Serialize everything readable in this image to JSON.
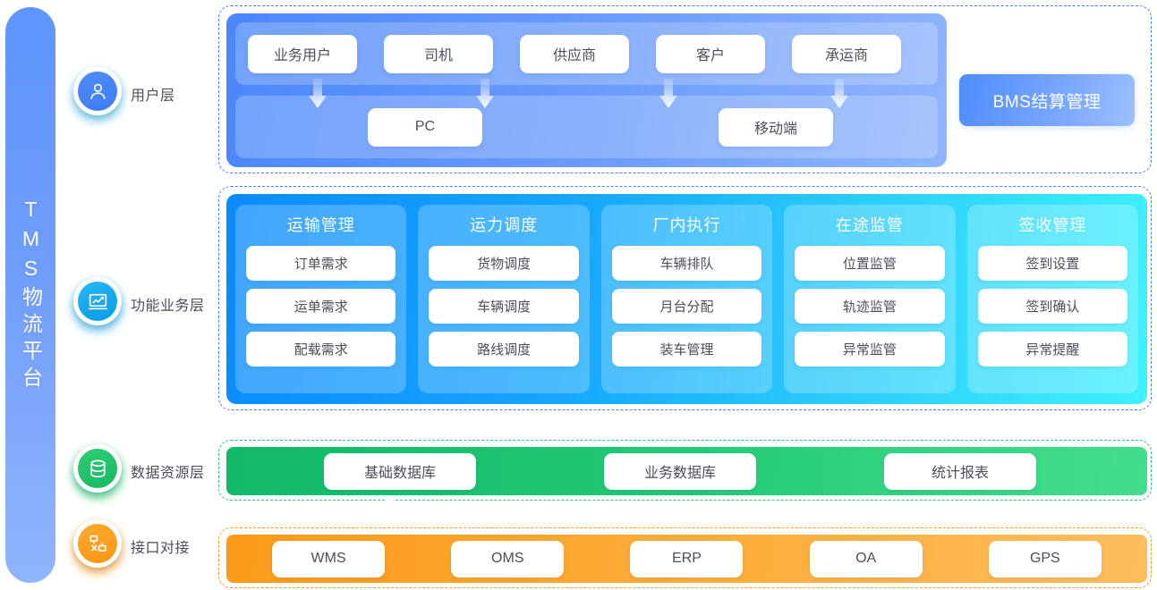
{
  "platform": {
    "title": "TMS物流平台"
  },
  "layers": [
    {
      "key": "user",
      "label": "用户层",
      "icon": "user-icon"
    },
    {
      "key": "func",
      "label": "功能业务层",
      "icon": "chart-icon"
    },
    {
      "key": "data",
      "label": "数据资源层",
      "icon": "database-icon"
    },
    {
      "key": "iface",
      "label": "接口对接",
      "icon": "network-icon"
    }
  ],
  "user_layer": {
    "actors": [
      "业务用户",
      "司机",
      "供应商",
      "客户",
      "承运商"
    ],
    "clients": [
      "PC",
      "移动端"
    ],
    "side_module": "BMS结算管理"
  },
  "function_layer": {
    "columns": [
      {
        "title": "运输管理",
        "items": [
          "订单需求",
          "运单需求",
          "配载需求"
        ]
      },
      {
        "title": "运力调度",
        "items": [
          "货物调度",
          "车辆调度",
          "路线调度"
        ]
      },
      {
        "title": "厂内执行",
        "items": [
          "车辆排队",
          "月台分配",
          "装车管理"
        ]
      },
      {
        "title": "在途监管",
        "items": [
          "位置监管",
          "轨迹监管",
          "异常监管"
        ]
      },
      {
        "title": "签收管理",
        "items": [
          "签到设置",
          "签到确认",
          "异常提醒"
        ]
      }
    ]
  },
  "data_layer": {
    "items": [
      "基础数据库",
      "业务数据库",
      "统计报表"
    ]
  },
  "interface_layer": {
    "items": [
      "WMS",
      "OMS",
      "ERP",
      "OA",
      "GPS"
    ]
  },
  "colors": {
    "platform_bar": "#6f9dfb",
    "user_layer": "#4b87fb",
    "function_layer_start": "#0a8bff",
    "function_layer_end": "#3ff0fd",
    "data_layer": "#21c874",
    "interface_layer": "#fdae3c",
    "label_text": "#4b4e5c"
  }
}
